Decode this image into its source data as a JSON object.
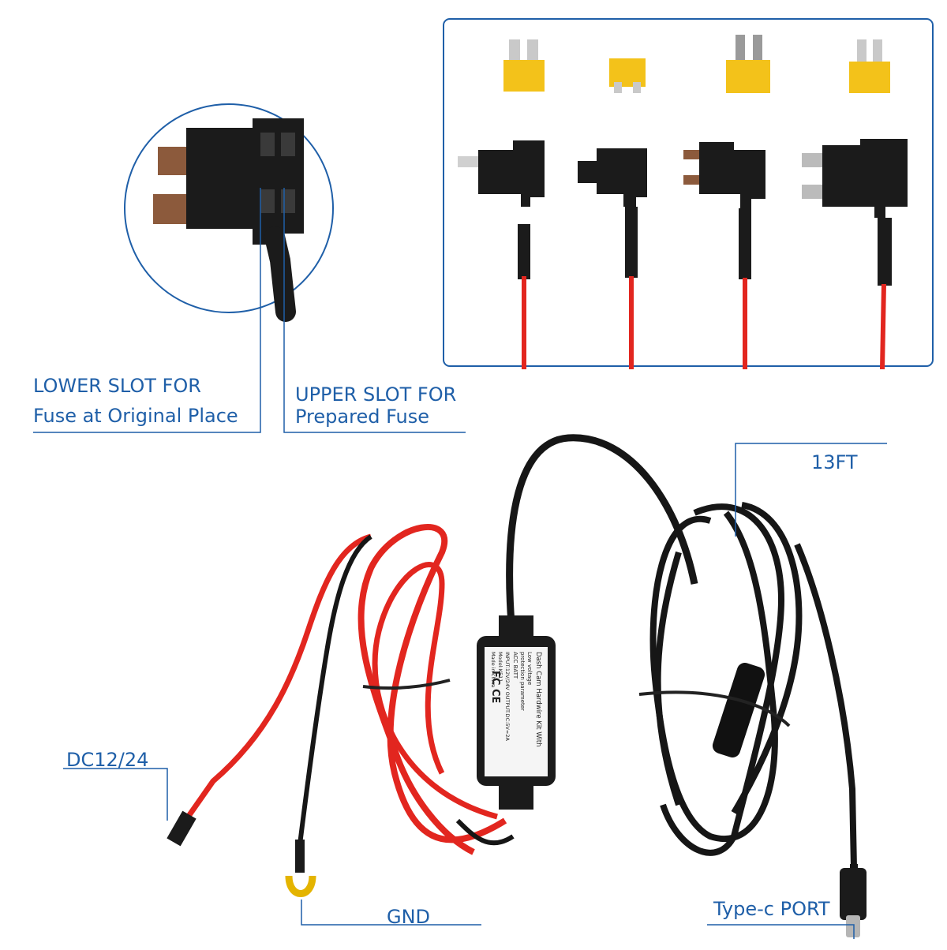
{
  "labels": {
    "lower_slot_line1": "LOWER SLOT FOR",
    "lower_slot_line2": "Fuse at Original Place",
    "upper_slot_line1": "UPPER SLOT FOR",
    "upper_slot_line2": "Prepared Fuse",
    "length": "13FT",
    "power": "DC12/24",
    "ground": "GND",
    "port": "Type-c PORT"
  },
  "module_label": {
    "title": "Dash Cam Hardwire Kit With",
    "line1": "Low voltage",
    "line2": "protection parameter",
    "line3": "ACC BATT",
    "line4": "INPUT:12V/24V  OUTPUT:DC:5V=2A",
    "line5": "Model:K511",
    "line6": "Made in china",
    "marks": "FC CE"
  },
  "colors": {
    "label_blue": "#1f5fa8",
    "fuse_yellow": "#f3c21a",
    "wire_red": "#e2261f",
    "cable_black": "#161616"
  }
}
